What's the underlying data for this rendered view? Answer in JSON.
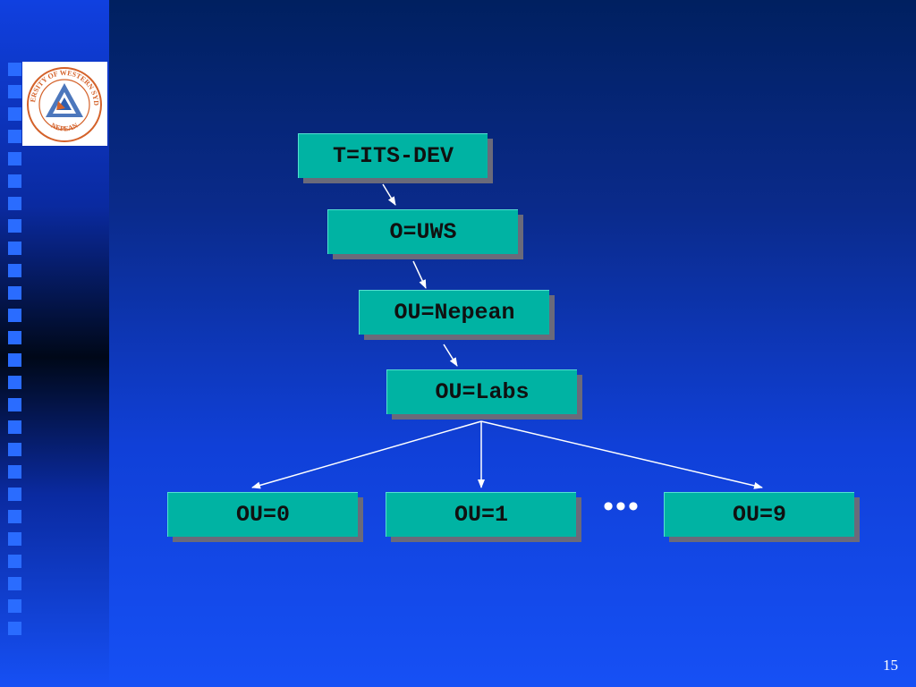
{
  "diagram": {
    "nodes": {
      "root": "T=ITS-DEV",
      "org": "O=UWS",
      "campus": "OU=Nepean",
      "labs": "OU=Labs",
      "lab0": "OU=0",
      "lab1": "OU=1",
      "lab9": "OU=9"
    },
    "ellipsis": "•••",
    "edges": [
      [
        "root",
        "org"
      ],
      [
        "org",
        "campus"
      ],
      [
        "campus",
        "labs"
      ],
      [
        "labs",
        "lab0"
      ],
      [
        "labs",
        "lab1"
      ],
      [
        "labs",
        "lab9"
      ]
    ]
  },
  "logo": {
    "text_top": "UNIVERSITY OF WESTERN SYDNEY",
    "text_bottom": "NEPEAN"
  },
  "slide": {
    "page_number": "15"
  },
  "colors": {
    "node_fill": "#00b3a3",
    "node_shadow": "#6a6a7a",
    "arrow": "#ffffff",
    "sidebar_square": "#2a6cff"
  }
}
